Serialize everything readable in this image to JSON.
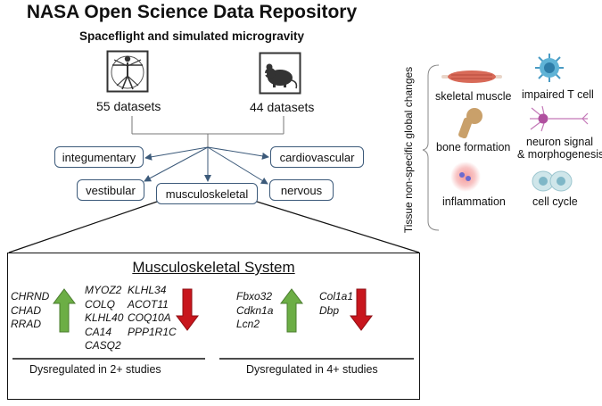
{
  "header": {
    "title": "NASA Open Science Data Repository",
    "subtitle": "Spaceflight and simulated microgravity"
  },
  "sources": {
    "human_count": "55 datasets",
    "mouse_count": "44 datasets",
    "human_icon": "vitruvian-man-icon",
    "mouse_icon": "mouse-icon"
  },
  "systems": {
    "integumentary": "integumentary",
    "cardiovascular": "cardiovascular",
    "vestibular": "vestibular",
    "musculoskeletal": "musculoskeletal",
    "nervous": "nervous"
  },
  "musculoskeletal_panel": {
    "title": "Musculoskeletal System",
    "left": {
      "up_genes": [
        "CHRND",
        "CHAD",
        "RRAD"
      ],
      "down_genes_col1": [
        "MYOZ2",
        "COLQ",
        "KLHL40",
        "CA14",
        "CASQ2"
      ],
      "down_genes_col2": [
        "KLHL34",
        "ACOT11",
        "COQ10A",
        "PPP1R1C"
      ],
      "footer": "Dysregulated in 2+ studies"
    },
    "right": {
      "up_genes": [
        "Fbxo32",
        "Cdkn1a",
        "Lcn2"
      ],
      "down_genes": [
        "Col1a1",
        "Dbp"
      ],
      "footer": "Dysregulated in 4+ studies"
    },
    "colors": {
      "up_arrow": "#6cae45",
      "down_arrow": "#c8161d"
    }
  },
  "global_changes": {
    "label": "Tissue non-specific global changes",
    "items": [
      {
        "label": "skeletal muscle",
        "icon": "muscle-icon"
      },
      {
        "label": "impaired T cell",
        "icon": "t-cell-icon"
      },
      {
        "label": "bone formation",
        "icon": "bone-icon"
      },
      {
        "label": "neuron signal",
        "icon": "neuron-icon"
      },
      {
        "label": "& morphogenesis",
        "icon": ""
      },
      {
        "label": "inflammation",
        "icon": "inflammation-icon"
      },
      {
        "label": "cell cycle",
        "icon": "cell-division-icon"
      }
    ]
  }
}
